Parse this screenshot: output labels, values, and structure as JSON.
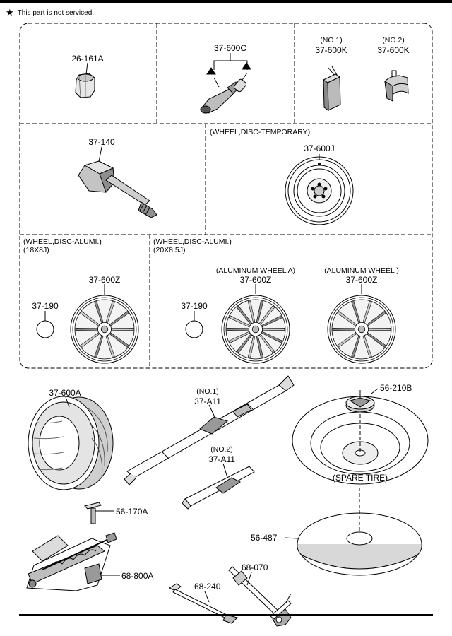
{
  "note": {
    "star": "★",
    "text": "This part is not serviced."
  },
  "upper": {
    "p26_161A": "26-161A",
    "p37_600C": "37-600C",
    "k_no1": "(NO.1)",
    "k1": "37-600K",
    "k_no2": "(NO.2)",
    "k2": "37-600K",
    "p37_140": "37-140",
    "temp_caption": "(WHEEL,DISC-TEMPORARY)",
    "p37_600J": "37-600J",
    "alumi18_caption1": "(WHEEL,DISC-ALUMI.)",
    "alumi18_caption2": "(18X8J)",
    "p190a": "37-190",
    "z18": "37-600Z",
    "alumi20_caption1": "(WHEEL,DISC-ALUMI.)",
    "alumi20_caption2": "(20X8.5J)",
    "wheelA_caption": "(ALUMINUM WHEEL A)",
    "wheel_caption": "(ALUMINUM WHEEL )",
    "p190b": "37-190",
    "zA": "37-600Z",
    "zB": "37-600Z"
  },
  "lower": {
    "tire": "37-600A",
    "strap1_no": "(NO.1)",
    "strap1": "37-A11",
    "strap2_no": "(NO.2)",
    "strap2": "37-A11",
    "p56_210B": "56-210B",
    "spare_tire": "(SPARE TIRE)",
    "p56_170A": "56-170A",
    "p56_487": "56-487",
    "p68_800A": "68-800A",
    "p68_070": "68-070",
    "p68_240": "68-240"
  },
  "colors": {
    "ink": "#000000",
    "shade": "#9a9a9a",
    "light": "#d8d8d8"
  }
}
